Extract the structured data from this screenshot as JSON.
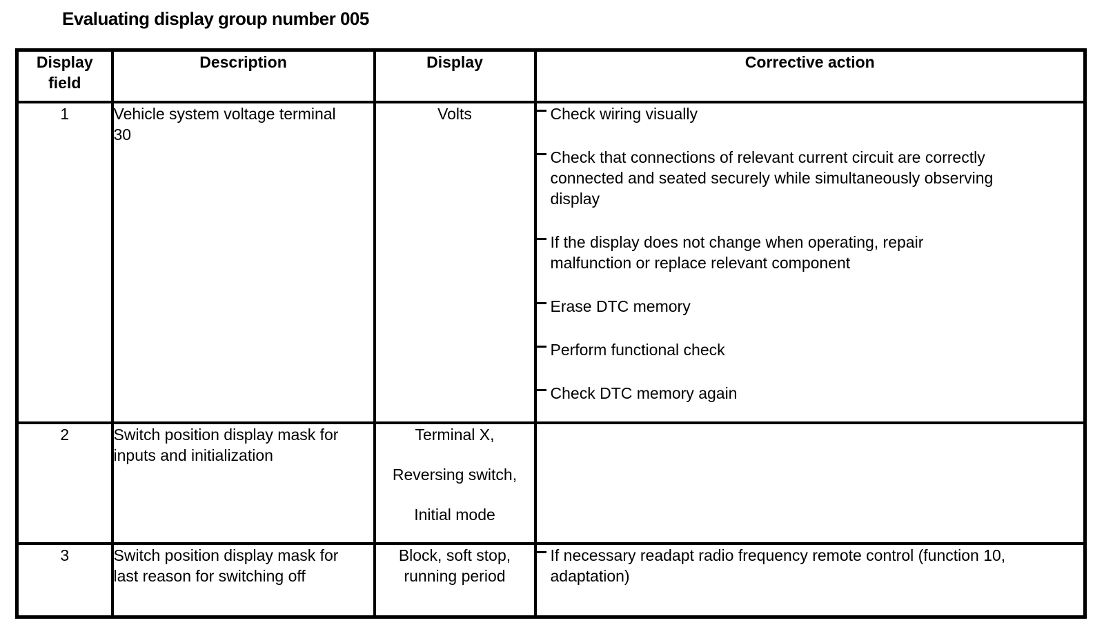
{
  "page": {
    "title": "Evaluating display group number 005"
  },
  "colors": {
    "background": "#ffffff",
    "text": "#000000",
    "border": "#000000"
  },
  "icons": {
    "bullet": "dash-icon"
  },
  "table": {
    "headers": {
      "field": "Display field",
      "description": "Description",
      "display": "Display",
      "action": "Corrective action"
    },
    "rows": [
      {
        "field": "1",
        "description": "Vehicle system voltage terminal 30",
        "display": [
          "Volts"
        ],
        "actions": [
          "Check wiring visually",
          "Check that connections of relevant current circuit are correctly connected and seated securely while simultaneously observing display",
          "If the display does not change when operating, repair malfunction or replace relevant component",
          "Erase DTC memory",
          "Perform functional check",
          "Check DTC memory again"
        ]
      },
      {
        "field": "2",
        "description": "Switch position display mask for inputs and initialization",
        "display": [
          "Terminal X,",
          "Reversing switch,",
          "Initial mode"
        ],
        "actions": []
      },
      {
        "field": "3",
        "description": "Switch position display mask for last reason for switching off",
        "display": [
          "Block, soft stop, running period"
        ],
        "actions": [
          "If necessary readapt radio frequency remote control (function 10, adaptation)"
        ]
      }
    ]
  }
}
